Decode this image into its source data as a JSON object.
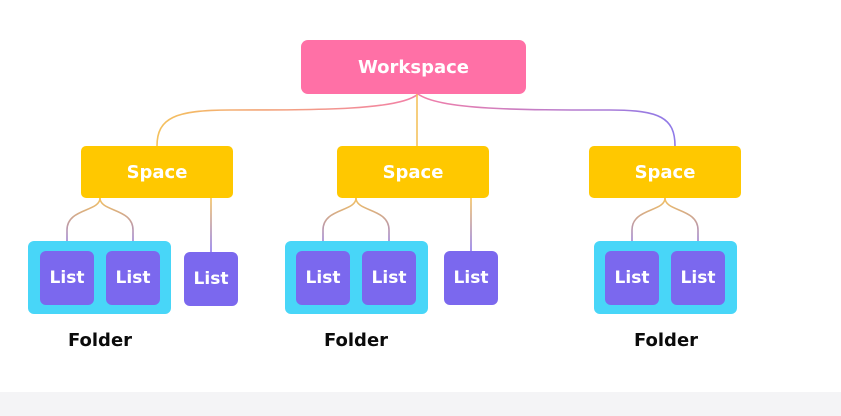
{
  "diagram": {
    "workspace": {
      "label": "Workspace"
    },
    "spaces": [
      {
        "label": "Space"
      },
      {
        "label": "Space"
      },
      {
        "label": "Space"
      }
    ],
    "groups": [
      {
        "folder_label": "Folder",
        "folder_lists": [
          "List",
          "List"
        ],
        "loose_list": "List"
      },
      {
        "folder_label": "Folder",
        "folder_lists": [
          "List",
          "List"
        ],
        "loose_list": "List"
      },
      {
        "folder_label": "Folder",
        "folder_lists": [
          "List",
          "List"
        ]
      }
    ]
  },
  "colors": {
    "workspace": "#ff70a6",
    "space": "#ffc800",
    "folder": "#48d6f8",
    "list": "#7b68ee",
    "text_light": "#ffffff",
    "text_dark": "#0b0b0b",
    "line_gold": "#f4c15d",
    "line_pink": "#f27fa8",
    "line_purple": "#8f7ae8"
  }
}
